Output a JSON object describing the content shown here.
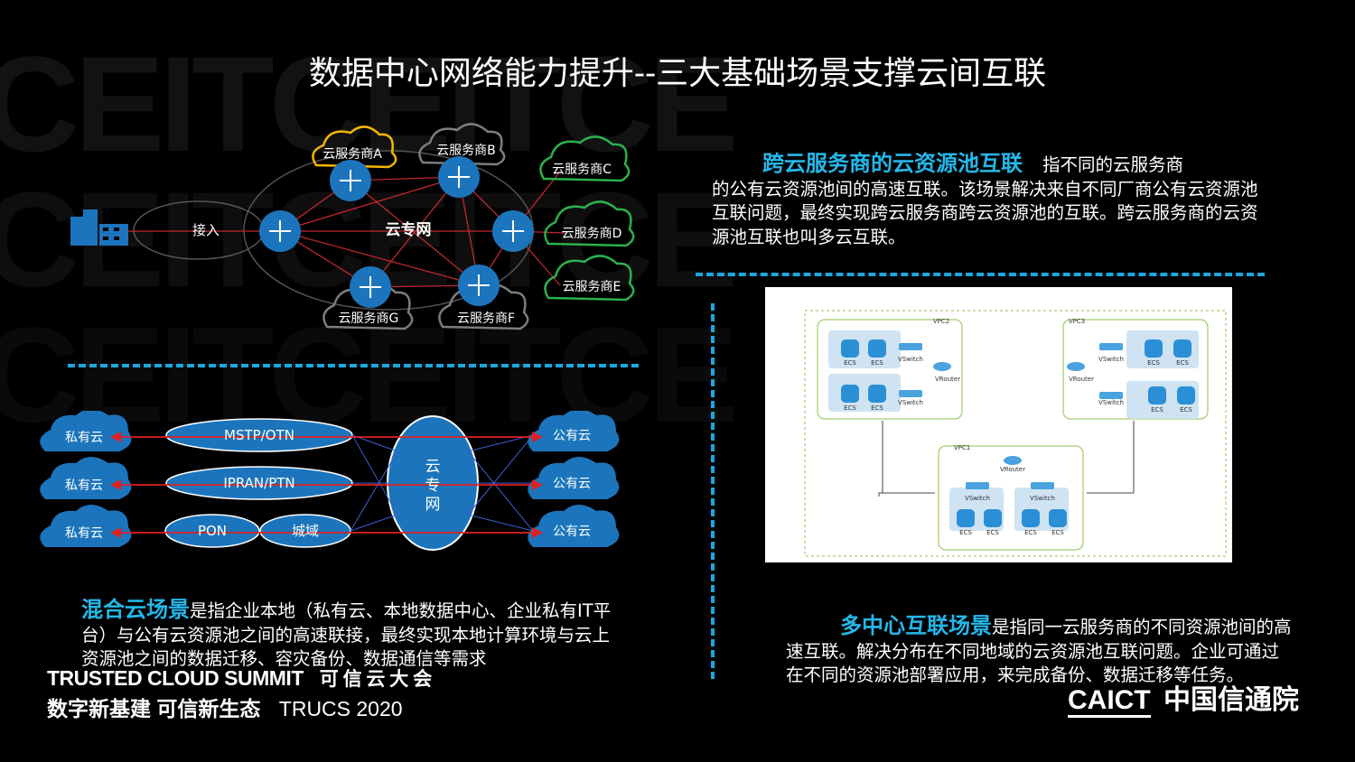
{
  "title": "数据中心网络能力提升--三大基础场景支撑云间互联",
  "background_watermark": "CEITCEITCE",
  "network_diagram": {
    "access_label": "接入",
    "core_label": "云专网",
    "providers": [
      "云服务商A",
      "云服务商B",
      "云服务商C",
      "云服务商D",
      "云服务商E",
      "云服务商F",
      "云服务商G"
    ],
    "colors": {
      "node": "#1c75bc",
      "link": "#c1272d",
      "cloud_a": "#f5b800",
      "cloud_green": "#2bb24c",
      "cloud_gray": "#7d7d7d"
    }
  },
  "cross_cloud": {
    "heading": "跨云服务商的云资源池互联",
    "text_line1": "指不同的云服务商",
    "text_rest": "的公有云资源池间的高速互联。该场景解决来自不同厂商公有云资源池互联问题，最终实现跨云服务商跨云资源池的互联。跨云服务商的云资源池互联也叫多云互联。"
  },
  "hybrid_diagram": {
    "private_cloud": "私有云",
    "public_cloud": "公有云",
    "links": [
      "MSTP/OTN",
      "IPRAN/PTN",
      "PON",
      "城域"
    ],
    "core": [
      "云",
      "专",
      "网"
    ]
  },
  "hybrid": {
    "heading": "混合云场景",
    "text": "是指企业本地（私有云、本地数据中心、企业私有IT平台）与公有云资源池之间的高速联接，最终实现本地计算环境与云上资源池之间的数据迁移、容灾备份、数据通信等需求"
  },
  "vpc_diagram": {
    "vpc_labels": [
      "VPC2",
      "VPC3",
      "VPC1"
    ],
    "ecs": "ECS",
    "vswitch": "VSwitch",
    "vrouter": "VRouter",
    "colors": {
      "ecs": "#2b8fd6",
      "box": "#cfe3f3",
      "border": "#8bc34a"
    }
  },
  "multi_center": {
    "heading": "多中心互联场景",
    "text": "是指同一云服务商的不同资源池间的高速互联。解决分布在不同地域的云资源池互联问题。企业可通过在不同的资源池部署应用，来完成备份、数据迁移等任务。"
  },
  "footer": {
    "brand": "TRUSTED CLOUD SUMMIT",
    "brand_cn": "可 信 云 大 会",
    "slogan": "数字新基建 可信新生态",
    "event": "TRUCS 2020",
    "logo_en": "CAICT",
    "logo_cn": "中国信通院"
  }
}
